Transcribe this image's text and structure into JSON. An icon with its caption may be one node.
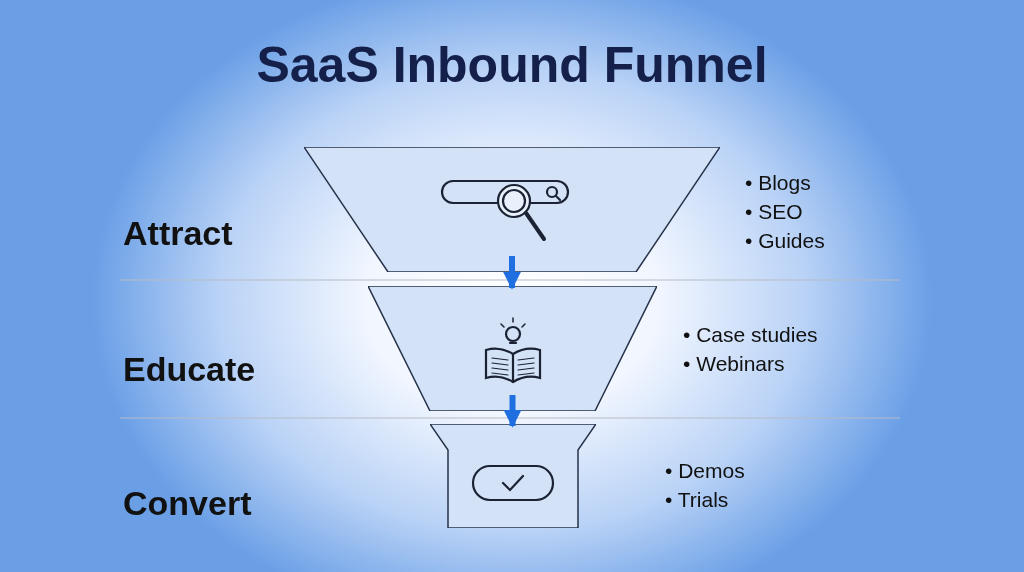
{
  "diagram": {
    "title": "SaaS Inbound Funnel",
    "nodes": [
      {
        "text": [],
        "shape": "trapezoid",
        "beside": [
          "• Blogs",
          "• SEO",
          "• Guides"
        ]
      },
      {
        "text": [],
        "shape": "trapezoid",
        "beside": [
          "• Case studies",
          "• Webinars"
        ]
      },
      {
        "text": [],
        "shape": "box",
        "beside": [
          "• Demos",
          "• Trials"
        ]
      }
    ],
    "edges": [
      {
        "from": 0,
        "to": 1,
        "arrow": "to"
      },
      {
        "from": 1,
        "to": 2,
        "arrow": "to"
      }
    ],
    "labels": [
      "Attract",
      "Educate",
      "Convert"
    ]
  }
}
